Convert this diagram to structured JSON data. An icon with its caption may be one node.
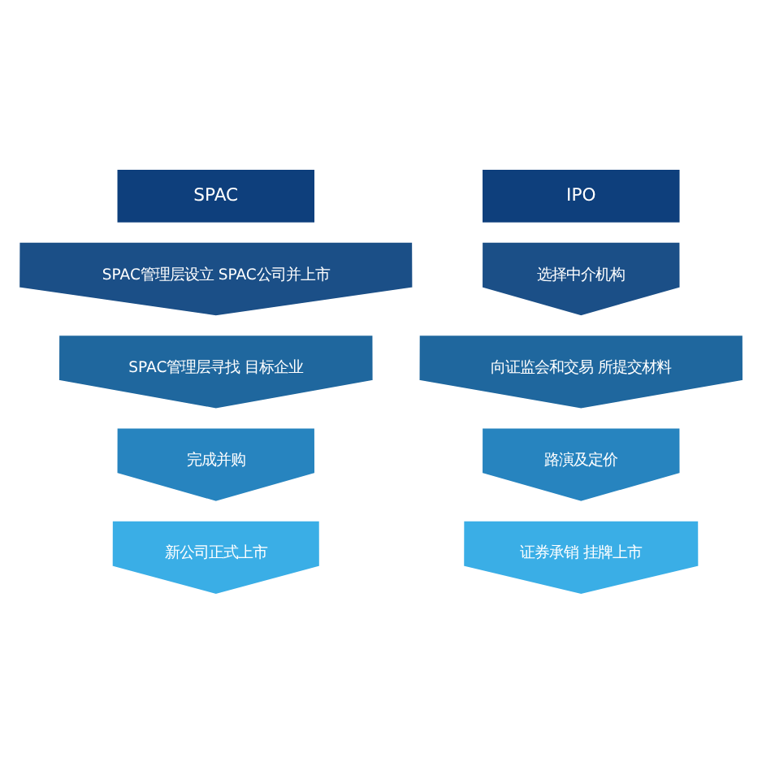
{
  "diagram": {
    "nodes": [
      {
        "text": [
          "SPAC"
        ]
      },
      {
        "text": [
          "SPAC管理层设立 SPAC公司并上市"
        ]
      },
      {
        "text": [
          "SPAC管理层寻找 目标企业"
        ]
      },
      {
        "text": [
          "完成并购"
        ]
      },
      {
        "text": [
          "新公司正式上市"
        ]
      },
      {
        "text": [
          "IPO"
        ]
      },
      {
        "text": [
          "选择中介机构"
        ]
      },
      {
        "text": [
          "向证监会和交易 所提交材料"
        ]
      },
      {
        "text": [
          "路演及定价"
        ]
      },
      {
        "text": [
          "证券承销 挂牌上市"
        ]
      }
    ]
  }
}
